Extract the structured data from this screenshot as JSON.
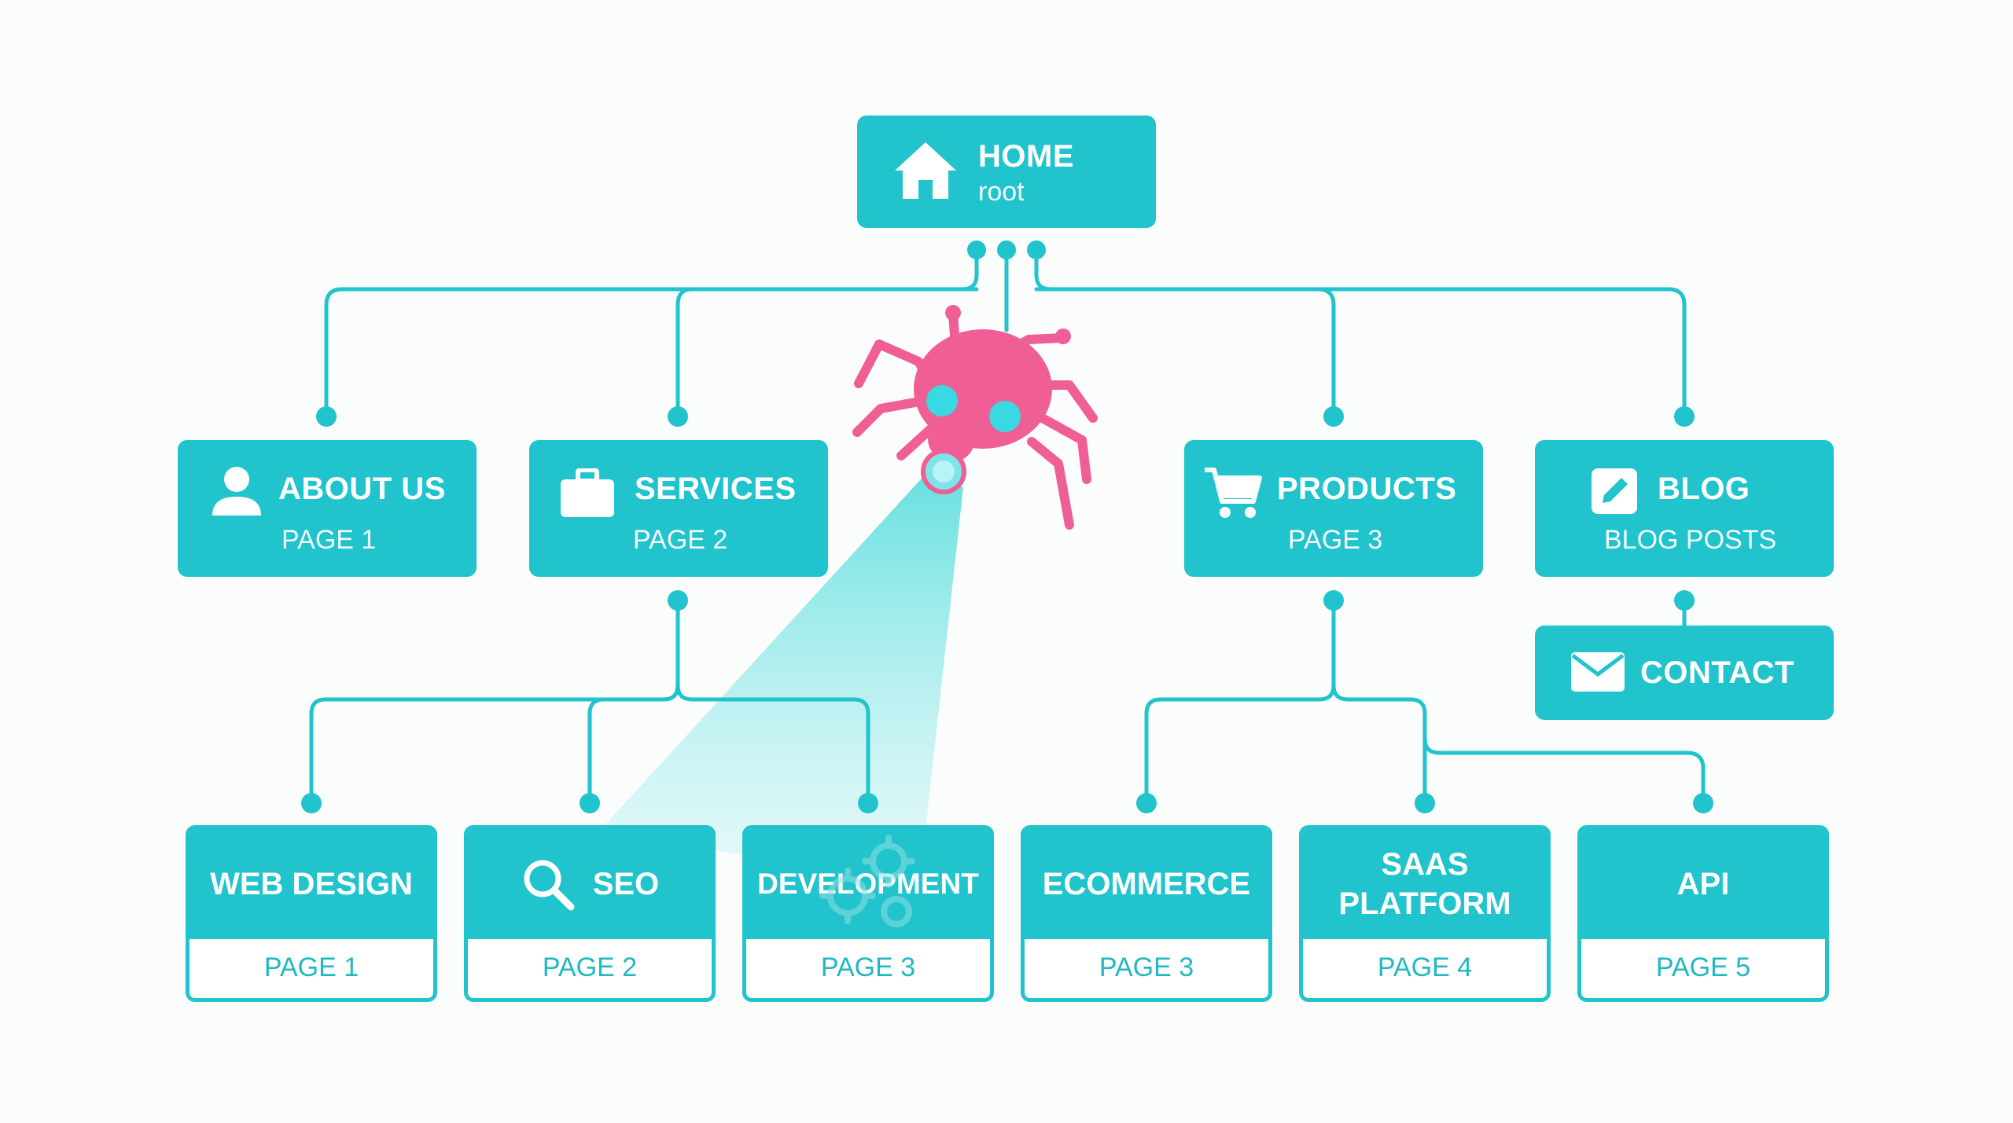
{
  "colors": {
    "primary": "#21c3cc",
    "spider": "#ef5f95",
    "beam": "#7fe8e8"
  },
  "root": {
    "title": "HOME",
    "subtitle": "root",
    "icon": "house-icon"
  },
  "level1": [
    {
      "title": "ABOUT US",
      "subtitle": "PAGE 1",
      "icon": "user-icon"
    },
    {
      "title": "SERVICES",
      "subtitle": "PAGE 2",
      "icon": "briefcase-icon"
    },
    {
      "title": "PRODUCTS",
      "subtitle": "PAGE 3",
      "icon": "cart-icon"
    },
    {
      "title": "BLOG",
      "subtitle": "BLOG POSTS",
      "icon": "pencil-icon"
    }
  ],
  "contact": {
    "title": "CONTACT",
    "icon": "envelope-icon"
  },
  "level2": [
    {
      "title": "WEB DESIGN",
      "subtitle": "PAGE 1"
    },
    {
      "title": "SEO",
      "subtitle": "PAGE 2",
      "icon": "search-icon"
    },
    {
      "title": "DEVELOPMENT",
      "subtitle": "PAGE 3",
      "icon": "gears-icon"
    },
    {
      "title": "ECOMMERCE",
      "subtitle": "PAGE 3"
    },
    {
      "title": "SAAS\nPLATFORM",
      "subtitle": "PAGE 4"
    },
    {
      "title": "API",
      "subtitle": "PAGE 5"
    }
  ],
  "crawler": {
    "icon": "spider-crawler-icon"
  }
}
